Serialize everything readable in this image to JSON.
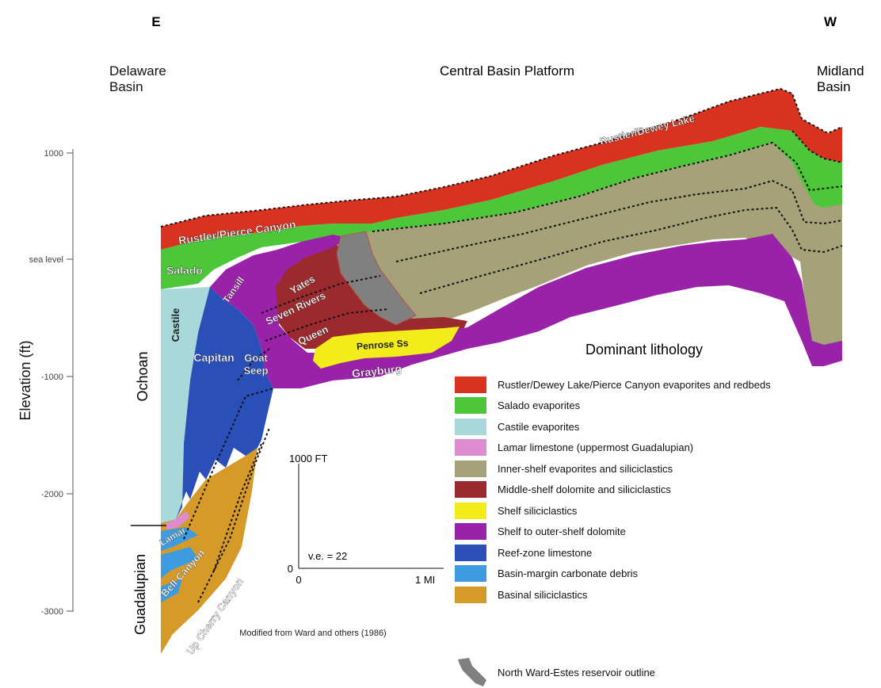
{
  "direction": {
    "east": "E",
    "west": "W"
  },
  "regions": {
    "delaware": "Delaware Basin",
    "central": "Central Basin Platform",
    "midland": "Midland Basin"
  },
  "axis": {
    "label": "Elevation (ft)",
    "ticks": [
      "1000",
      "sea level",
      "-1000",
      "-2000",
      "-3000"
    ]
  },
  "series": {
    "ochoan": "Ochoan",
    "guadalupian": "Guadalupian"
  },
  "units": {
    "rustler_dewey": "Rustler/Dewey Lake",
    "rustler_pierce": "Rustler/Pierce Canyon",
    "salado": "Salado",
    "castile": "Castile",
    "tansill": "Tansill",
    "yates": "Yates",
    "seven_rivers": "Seven Rivers",
    "queen": "Queen",
    "penrose": "Penrose Ss",
    "grayburg": "Grayburg",
    "capitan": "Capitan",
    "goat_seep_1": "Goat",
    "goat_seep_2": "Seep",
    "lamar": "Lamar",
    "bell_canyon": "Bell Canyon",
    "cherry_canyon": "Up Cherry Canyon"
  },
  "scale": {
    "vertical": "1000 FT",
    "zero": "0",
    "zero_x": "0",
    "horizontal": "1 MI",
    "ve": "v.e. = 22"
  },
  "credit": "Modified from Ward and others (1986)",
  "legend": {
    "title": "Dominant lithology",
    "items": [
      {
        "label": "Rustler/Dewey Lake/Pierce Canyon evaporites and redbeds",
        "color": "#d9321f"
      },
      {
        "label": "Salado evaporites",
        "color": "#4ec63a"
      },
      {
        "label": "Castile evaporites",
        "color": "#a9d8db"
      },
      {
        "label": "Lamar limestone (uppermost Guadalupian)",
        "color": "#dd8ccf"
      },
      {
        "label": "Inner-shelf evaporites and siliciclastics",
        "color": "#a5a178"
      },
      {
        "label": "Middle-shelf dolomite and siliciclastics",
        "color": "#9b2a2e"
      },
      {
        "label": "Shelf siliciclastics",
        "color": "#f2ec1b"
      },
      {
        "label": "Shelf to outer-shelf dolomite",
        "color": "#9a22a8"
      },
      {
        "label": "Reef-zone limestone",
        "color": "#2a4fb8"
      },
      {
        "label": "Basin-margin carbonate debris",
        "color": "#3d9be0"
      },
      {
        "label": "Basinal siliciclastics",
        "color": "#d69a28"
      }
    ],
    "reservoir": {
      "label": "North Ward-Estes reservoir outline",
      "color": "#808080"
    }
  }
}
